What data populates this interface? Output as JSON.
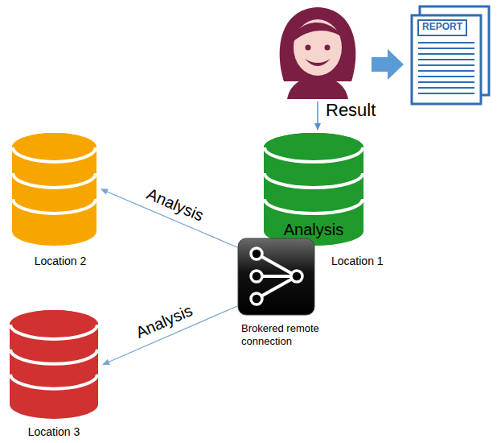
{
  "diagram": {
    "nodes": [
      {
        "text": [
          "Location 2"
        ]
      },
      {
        "text": [
          "Analysis",
          "Location 1"
        ]
      },
      {
        "text": [
          "Brokered remote connection"
        ]
      },
      {
        "text": [
          "Location 3"
        ]
      }
    ],
    "edges": [
      {
        "from": 2,
        "to": 0,
        "label": "Analysis",
        "arrow": "to"
      },
      {
        "from": 2,
        "to": 3,
        "label": "Analysis",
        "arrow": "to"
      }
    ],
    "labels": [
      "REPORT",
      "Result"
    ]
  }
}
